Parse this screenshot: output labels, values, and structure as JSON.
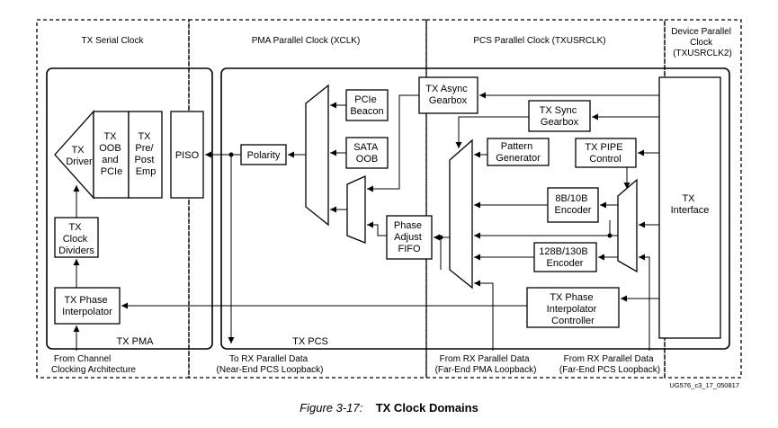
{
  "domains": {
    "tx_serial": "TX Serial Clock",
    "pma_parallel": "PMA Parallel Clock (XCLK)",
    "pcs_parallel": "PCS Parallel Clock (TXUSRCLK)",
    "device_parallel": [
      "Device Parallel",
      "Clock",
      "(TXUSRCLK2)"
    ]
  },
  "regions": {
    "tx_pma": "TX PMA",
    "tx_pcs": "TX PCS"
  },
  "blocks": {
    "tx_driver": [
      "TX",
      "Driver"
    ],
    "tx_oob": [
      "TX",
      "OOB",
      "and",
      "PCIe"
    ],
    "tx_pre_post": [
      "TX",
      "Pre/",
      "Post",
      "Emp"
    ],
    "piso": "PISO",
    "polarity": "Polarity",
    "pcie_beacon": [
      "PCIe",
      "Beacon"
    ],
    "sata_oob": [
      "SATA",
      "OOB"
    ],
    "tx_async_gearbox": [
      "TX Async",
      "Gearbox"
    ],
    "tx_sync_gearbox": [
      "TX Sync",
      "Gearbox"
    ],
    "pattern_generator": [
      "Pattern",
      "Generator"
    ],
    "tx_pipe_control": [
      "TX PIPE",
      "Control"
    ],
    "encoder_8b10b": [
      "8B/10B",
      "Encoder"
    ],
    "encoder_128b130b": [
      "128B/130B",
      "Encoder"
    ],
    "phase_adjust_fifo": [
      "Phase",
      "Adjust",
      "FIFO"
    ],
    "tx_interface": [
      "TX",
      "Interface"
    ],
    "tx_clock_dividers": [
      "TX",
      "Clock",
      "Dividers"
    ],
    "tx_phase_interpolator": [
      "TX Phase",
      "Interpolator"
    ],
    "tx_pi_controller": [
      "TX Phase",
      "Interpolator",
      "Controller"
    ]
  },
  "bottom_labels": {
    "channel_clocking": [
      "From Channel",
      "Clocking Architecture"
    ],
    "near_end": [
      "To RX Parallel Data",
      "(Near-End PCS Loopback)"
    ],
    "far_end_pma": [
      "From RX Parallel Data",
      "(Far-End PMA Loopback)"
    ],
    "far_end_pcs": [
      "From RX Parallel Data",
      "(Far-End PCS Loopback)"
    ]
  },
  "figure_id": "UG576_c3_17_050817",
  "caption": {
    "prefix": "Figure 3-17:",
    "title": "TX Clock Domains"
  }
}
